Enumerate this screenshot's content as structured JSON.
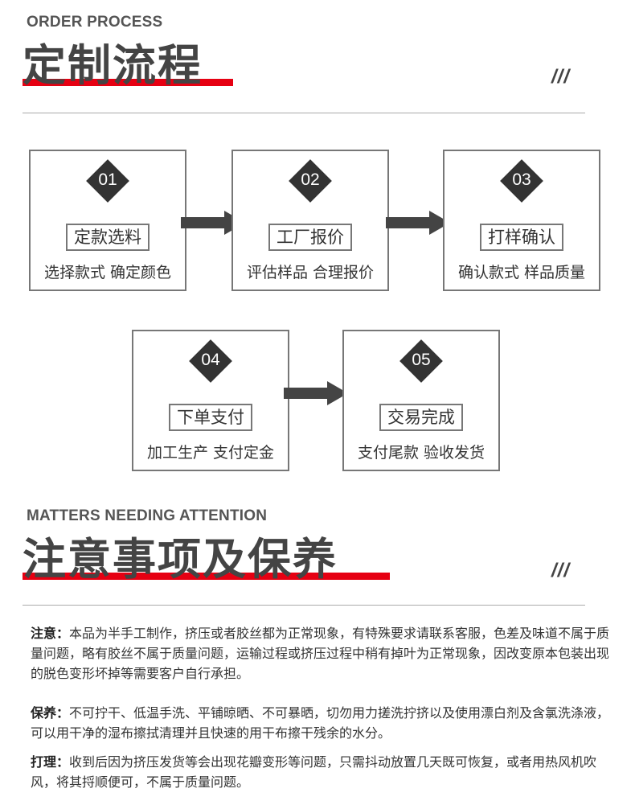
{
  "process": {
    "subtitle_en": "ORDER PROCESS",
    "title": "定制流程",
    "deco": "///",
    "steps": [
      {
        "num": "01",
        "title": "定款选料",
        "desc": "选择款式 确定颜色"
      },
      {
        "num": "02",
        "title": "工厂报价",
        "desc": "评估样品 合理报价"
      },
      {
        "num": "03",
        "title": "打样确认",
        "desc": "确认款式 样品质量"
      },
      {
        "num": "04",
        "title": "下单支付",
        "desc": "加工生产 支付定金"
      },
      {
        "num": "05",
        "title": "交易完成",
        "desc": "支付尾款 验收发货"
      }
    ]
  },
  "attention": {
    "subtitle_en": "MATTERS NEEDING ATTENTION",
    "title": "注意事项及保养",
    "deco": "///",
    "notes": [
      {
        "label": "注意：",
        "text": "本品为半手工制作，挤压或者胶丝都为正常现象，有特殊要求请联系客服，色差及味道不属于质量问题，略有胶丝不属于质量问题，运输过程或挤压过程中稍有掉叶为正常现象，因改变原本包装出现的脱色变形坏掉等需要客户自行承担。"
      },
      {
        "label": "保养：",
        "text": "不可拧干、低温手洗、平铺晾晒、不可暴晒，切勿用力搓洗拧挤以及使用漂白剂及含氯洗涤液，可以用干净的湿布擦拭清理并且快速的用干布擦干残余的水分。"
      },
      {
        "label": "打理：",
        "text": "收到后因为挤压发货等会出现花瓣变形等问题，只需抖动放置几天既可恢复，或者用热风机吹风，将其捋顺便可，不属于质量问题。"
      }
    ]
  },
  "colors": {
    "accent": "#e60012",
    "dark": "#444444",
    "border": "#777777"
  }
}
